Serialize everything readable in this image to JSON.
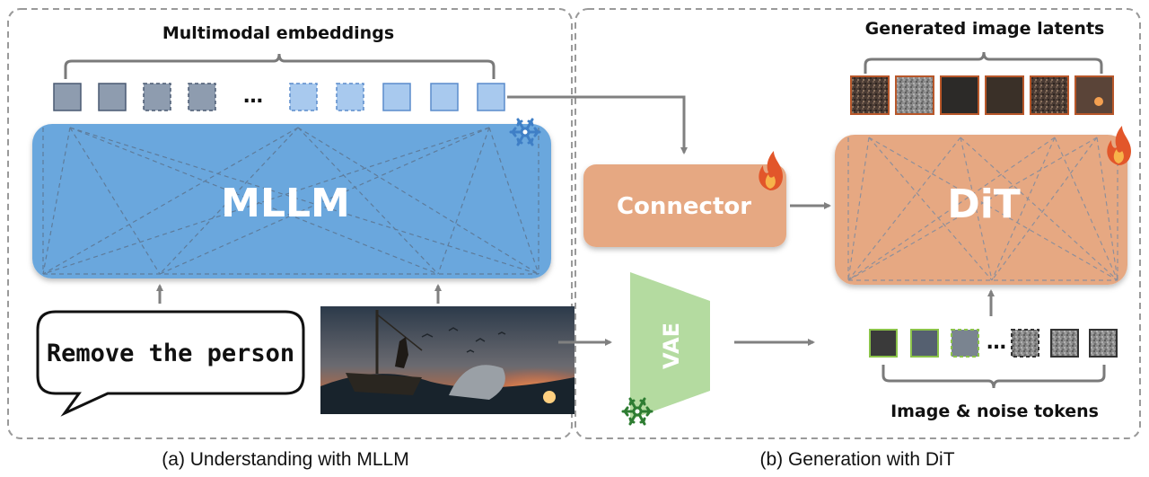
{
  "panel_a": {
    "caption": "(a) Understanding with MLLM",
    "embeddings_label": "Multimodal embeddings",
    "ellipsis": "…",
    "mllm_label": "MLLM",
    "prompt_text": "Remove the person",
    "frozen_icon": "snowflake-icon"
  },
  "panel_b": {
    "caption": "(b) Generation with DiT",
    "latents_label": "Generated image latents",
    "connector_label": "Connector",
    "dit_label": "DiT",
    "vae_label": "VAE",
    "tokens_label": "Image & noise tokens",
    "ellipsis": "…",
    "trainable_icon": "flame-icon",
    "frozen_icon": "snowflake-icon"
  },
  "colors": {
    "mllm_fill": "#6aa7dd",
    "connector_fill": "#e6a882",
    "dit_fill": "#e6a882",
    "vae_fill": "#b4dba0",
    "flame": "#e2562a",
    "snow_blue": "#3f7fc6",
    "snow_green": "#2e7d32",
    "token_dark": "#8e9caf",
    "token_light": "#a8c9ee",
    "latent_border": "#b8572a",
    "token_border_green": "#8bc34a"
  }
}
